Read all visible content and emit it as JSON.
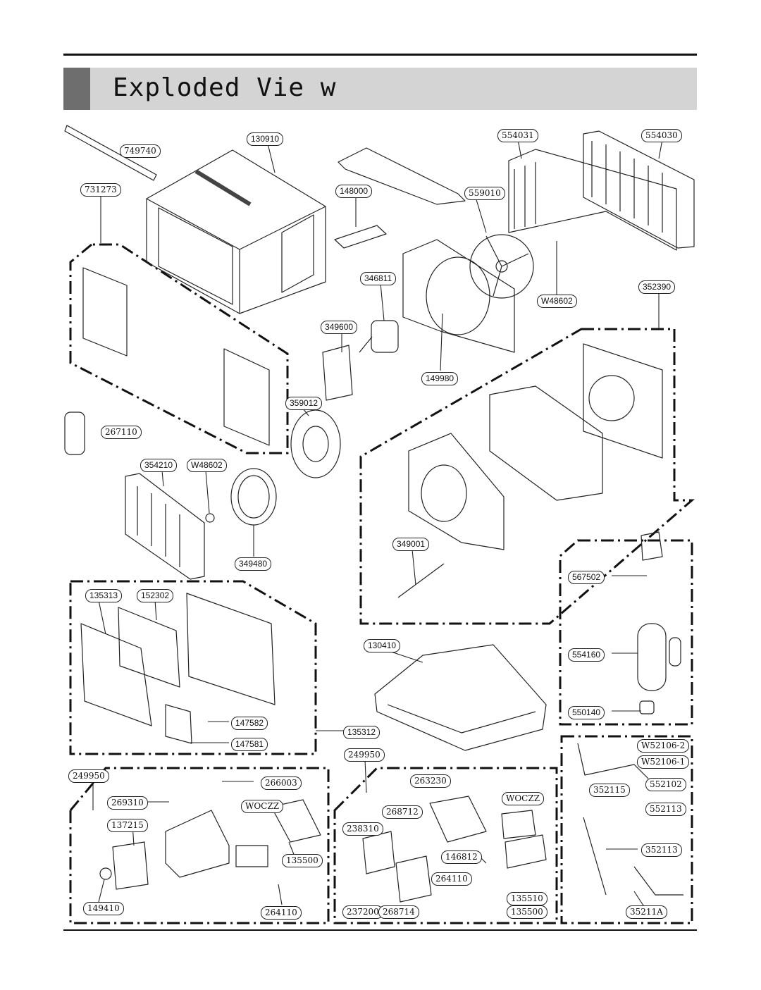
{
  "title": "Exploded Vie w",
  "parts": [
    {
      "id": "p1",
      "label": "749740",
      "style": "serif"
    },
    {
      "id": "p2",
      "label": "731273",
      "style": "serif"
    },
    {
      "id": "p3",
      "label": "130910",
      "style": "sans"
    },
    {
      "id": "p4",
      "label": "148000",
      "style": "sans"
    },
    {
      "id": "p5",
      "label": "554031",
      "style": "serif"
    },
    {
      "id": "p6",
      "label": "554030",
      "style": "serif"
    },
    {
      "id": "p7",
      "label": "559010",
      "style": "serif"
    },
    {
      "id": "p8",
      "label": "346811",
      "style": "sans"
    },
    {
      "id": "p9",
      "label": "352390",
      "style": "sans"
    },
    {
      "id": "p10",
      "label": "W48602",
      "style": "sans"
    },
    {
      "id": "p11",
      "label": "349600",
      "style": "sans"
    },
    {
      "id": "p12",
      "label": "149980",
      "style": "sans"
    },
    {
      "id": "p13",
      "label": "359012",
      "style": "sans"
    },
    {
      "id": "p14",
      "label": "267110",
      "style": "serif"
    },
    {
      "id": "p15",
      "label": "354210",
      "style": "sans"
    },
    {
      "id": "p16",
      "label": "W48602",
      "style": "sans"
    },
    {
      "id": "p17",
      "label": "349480",
      "style": "sans"
    },
    {
      "id": "p18",
      "label": "349001",
      "style": "sans"
    },
    {
      "id": "p19",
      "label": "567502",
      "style": "sans"
    },
    {
      "id": "p20",
      "label": "135313",
      "style": "sans"
    },
    {
      "id": "p21",
      "label": "152302",
      "style": "sans"
    },
    {
      "id": "p22",
      "label": "130410",
      "style": "sans"
    },
    {
      "id": "p23",
      "label": "554160",
      "style": "sans"
    },
    {
      "id": "p24",
      "label": "550140",
      "style": "sans"
    },
    {
      "id": "p25",
      "label": "147582",
      "style": "sans"
    },
    {
      "id": "p26",
      "label": "135312",
      "style": "sans"
    },
    {
      "id": "p27",
      "label": "147581",
      "style": "sans"
    },
    {
      "id": "p28",
      "label": "249950",
      "style": "serif"
    },
    {
      "id": "p29",
      "label": "W52106-2",
      "style": "serif"
    },
    {
      "id": "p30",
      "label": "W52106-1",
      "style": "serif"
    },
    {
      "id": "p31",
      "label": "249950",
      "style": "serif"
    },
    {
      "id": "p32",
      "label": "266003",
      "style": "serif"
    },
    {
      "id": "p33",
      "label": "263230",
      "style": "serif"
    },
    {
      "id": "p34",
      "label": "352115",
      "style": "serif"
    },
    {
      "id": "p35",
      "label": "552102",
      "style": "serif"
    },
    {
      "id": "p36",
      "label": "269310",
      "style": "serif"
    },
    {
      "id": "p37",
      "label": "WOCZZ",
      "style": "serif"
    },
    {
      "id": "p38",
      "label": "WOCZZ",
      "style": "serif"
    },
    {
      "id": "p39",
      "label": "268712",
      "style": "serif"
    },
    {
      "id": "p40",
      "label": "552113",
      "style": "serif"
    },
    {
      "id": "p41",
      "label": "137215",
      "style": "serif"
    },
    {
      "id": "p42",
      "label": "238310",
      "style": "serif"
    },
    {
      "id": "p43",
      "label": "352113",
      "style": "serif"
    },
    {
      "id": "p44",
      "label": "135500",
      "style": "serif"
    },
    {
      "id": "p45",
      "label": "146812",
      "style": "serif"
    },
    {
      "id": "p46",
      "label": "264110",
      "style": "serif"
    },
    {
      "id": "p47",
      "label": "135510",
      "style": "serif"
    },
    {
      "id": "p48",
      "label": "149410",
      "style": "serif"
    },
    {
      "id": "p49",
      "label": "264110",
      "style": "serif"
    },
    {
      "id": "p50",
      "label": "237200",
      "style": "serif"
    },
    {
      "id": "p51",
      "label": "268714",
      "style": "serif"
    },
    {
      "id": "p52",
      "label": "135500",
      "style": "serif"
    },
    {
      "id": "p53",
      "label": "35211A",
      "style": "serif"
    }
  ]
}
